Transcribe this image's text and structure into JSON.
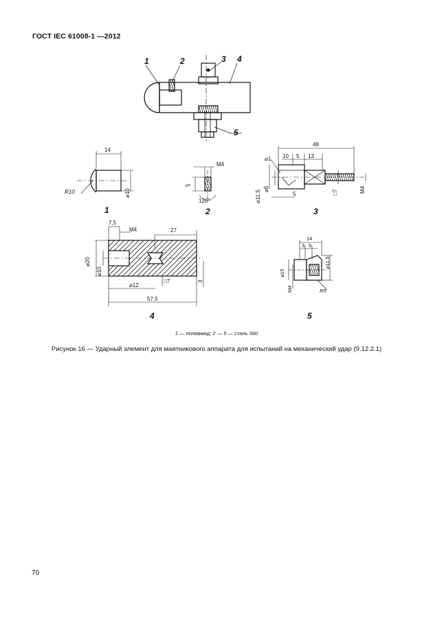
{
  "header": {
    "standard": "ГОСТ IEC 61008-1 —2012"
  },
  "assembly": {
    "callouts": [
      "1",
      "2",
      "3",
      "4",
      "5"
    ]
  },
  "part1": {
    "label": "1",
    "dims": {
      "length": "14",
      "radius": "R10",
      "diameter": "⌀10"
    }
  },
  "part2": {
    "label": "2",
    "dims": {
      "thread": "M4",
      "length": "5",
      "angle": "120°"
    }
  },
  "part3": {
    "label": "3",
    "dims": {
      "total": "48",
      "d1": "10",
      "d2": "5",
      "d3": "13",
      "chamfer": "⌀1",
      "dia_a": "⌀11,5",
      "dia_b": "⌀6",
      "short": "5",
      "square": "□7",
      "thread": "M4"
    }
  },
  "part4": {
    "label": "4",
    "dims": {
      "d_left": "7,5",
      "thread": "M4",
      "d_right": "27",
      "dia_outer": "⌀20",
      "dia_inner": "⌀10",
      "dia_mid": "⌀12",
      "square": "□7",
      "total": "57,5",
      "small": "3"
    }
  },
  "part5": {
    "label": "5",
    "dims": {
      "len": "14",
      "a": "3",
      "b": "5",
      "dia_top": "⌀11,5",
      "dia": "⌀15",
      "thread": "M4",
      "r": "R5"
    }
  },
  "legend": {
    "n1": "1",
    "t1": " — полиамид; ",
    "n2": "2",
    "t2": " — ",
    "n3": "5",
    "t3": " — сталь 360"
  },
  "caption": "Рисунок 16 — Ударный элемент для маятникового аппарата для испытаний на механический удар (9.12.2.1)",
  "page_number": "70"
}
